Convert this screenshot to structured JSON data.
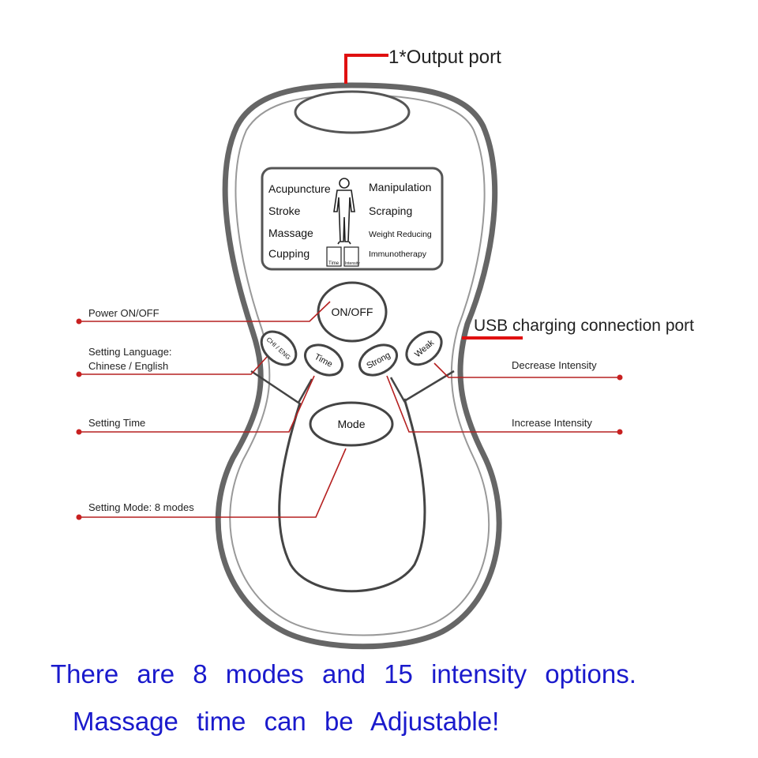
{
  "output_port": "1*Output port",
  "usb_port": "USB charging connection port",
  "screen": {
    "left_modes": [
      "Acupuncture",
      "Stroke",
      "Massage",
      "Cupping"
    ],
    "right_modes": [
      "Manipulation",
      "Scraping",
      "Weight Reducing",
      "Immunotherapy"
    ],
    "time_box": "Time",
    "intensity_box": "Intensity"
  },
  "buttons": {
    "power": "ON/OFF",
    "language": "CHI / ENG",
    "time": "Time",
    "strong": "Strong",
    "weak": "Weak",
    "mode": "Mode"
  },
  "callouts": {
    "power": "Power ON/OFF",
    "language_1": "Setting Language:",
    "language_2": "Chinese / English",
    "time": "Setting Time",
    "mode": "Setting Mode: 8 modes",
    "decrease": "Decrease Intensity",
    "increase": "Increase Intensity"
  },
  "caption": {
    "line1": "There are 8 modes and 15 intensity options.",
    "line2": "Massage time can be Adjustable!"
  },
  "colors": {
    "callout_line": "#b52020",
    "port_marker": "#e01010",
    "caption": "#1a1acc",
    "device_outline": "#555555"
  }
}
